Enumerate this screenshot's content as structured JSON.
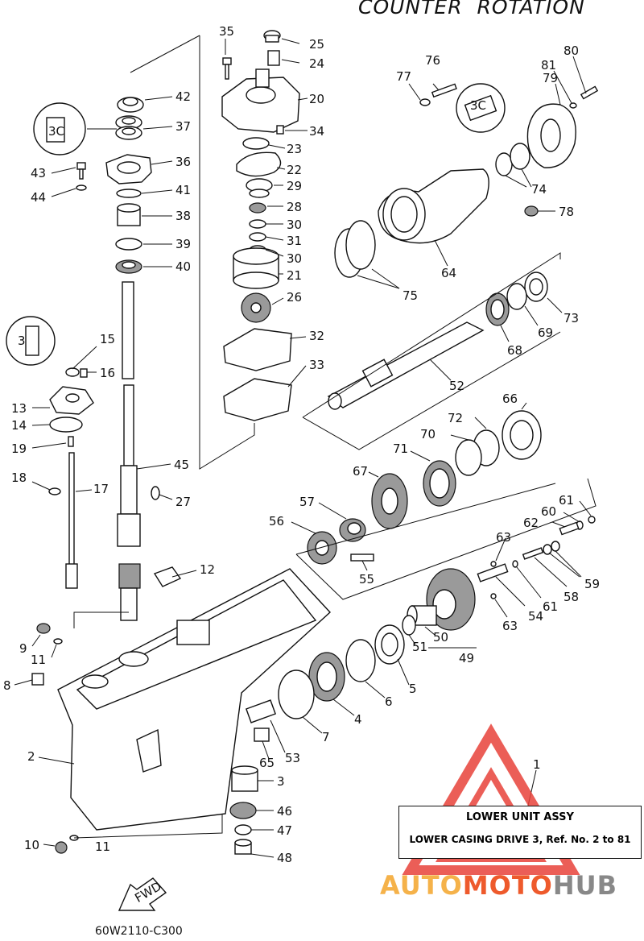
{
  "title": "COUNTER  ROTATION",
  "footer_code": "60W2110-C300",
  "assembly_box": {
    "line1": "LOWER  UNIT ASSY",
    "line2": "LOWER CASING DRIVE 3, Ref. No. 2 to 81"
  },
  "assembly_ref_no": "1",
  "fwd_label": "FWD",
  "watermark": {
    "part1": "AUTO",
    "part2": "MOTO",
    "part3": "HUB",
    "colors": {
      "triangle": "#e8423a",
      "auto": "#f5b24a",
      "moto": "#ee5a2c",
      "hub": "#888888"
    }
  },
  "callout_labels": {
    "c42": "42",
    "c37": "37",
    "c36": "36",
    "c41": "41",
    "c38": "38",
    "c39": "39",
    "c40": "40",
    "c43": "43",
    "c44": "44",
    "c35": "35",
    "c25": "25",
    "c24": "24",
    "c20": "20",
    "c34": "34",
    "c23": "23",
    "c22": "22",
    "c29": "29",
    "c28": "28",
    "c30a": "30",
    "c31": "31",
    "c30b": "30",
    "c21": "21",
    "c26": "26",
    "c32": "32",
    "c33": "33",
    "c45": "45",
    "c27": "27",
    "c12": "12",
    "c15": "15",
    "c16": "16",
    "c13": "13",
    "c14": "14",
    "c19": "19",
    "c18": "18",
    "c17": "17",
    "c9": "9",
    "c11a": "11",
    "c8": "8",
    "c2": "2",
    "c10": "10",
    "c11b": "11",
    "c76": "76",
    "c77": "77",
    "c80": "80",
    "c81": "81",
    "c79": "79",
    "c74": "74",
    "c78": "78",
    "c64": "64",
    "c75": "75",
    "c73": "73",
    "c69": "69",
    "c68": "68",
    "c52": "52",
    "c66": "66",
    "c72": "72",
    "c70": "70",
    "c71": "71",
    "c67": "67",
    "c57": "57",
    "c56": "56",
    "c55": "55",
    "c61a": "61",
    "c60": "60",
    "c62": "62",
    "c63a": "63",
    "c58": "58",
    "c59": "59",
    "c61b": "61",
    "c54": "54",
    "c63b": "63",
    "c51": "51",
    "c50": "50",
    "c49": "49",
    "c5": "5",
    "c6": "6",
    "c4": "4",
    "c7": "7",
    "c53": "53",
    "c65": "65",
    "c3": "3",
    "c46": "46",
    "c47": "47",
    "c48": "48"
  },
  "detail_glyphs": {
    "g1": "3C",
    "g2": "3C",
    "g3": "3"
  }
}
